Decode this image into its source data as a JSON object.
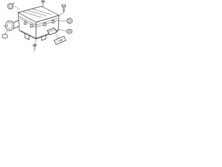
{
  "diagram": {
    "parts": [
      "air-cleaner-housing",
      "mounting-bolt",
      "mounting-bolt",
      "hose-clamp",
      "grommet",
      "intake-duct",
      "bracket",
      "nut"
    ]
  }
}
